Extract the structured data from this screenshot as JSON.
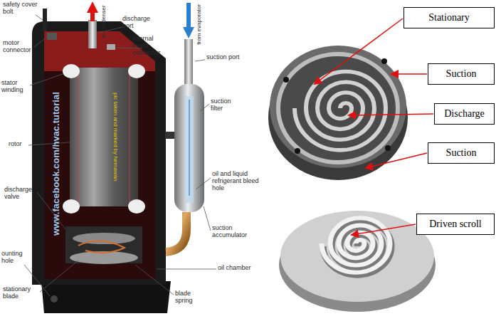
{
  "diagram": {
    "nodes": [
      {
        "text": [
          "Stationary"
        ]
      },
      {
        "text": [
          "Suction"
        ]
      },
      {
        "text": [
          "Discharge"
        ]
      },
      {
        "text": [
          "Suction"
        ]
      },
      {
        "text": [
          "Driven scroll"
        ]
      }
    ],
    "labels": [
      "safety cover bolt",
      "to condenser",
      "discharge port",
      "from evaporator",
      "internal motor connector",
      "motor connector",
      "suction port",
      "stator winding",
      "suction filter",
      "rotor",
      "pic taken and marked by hernawan",
      "www.facebook.com/hvac.tutorial",
      "oil and liquid refrigerant bleed hole",
      "discharge valve",
      "suction accumulator",
      "ounting hole",
      "oil chamber",
      "stationary blade",
      "blade spring"
    ]
  }
}
